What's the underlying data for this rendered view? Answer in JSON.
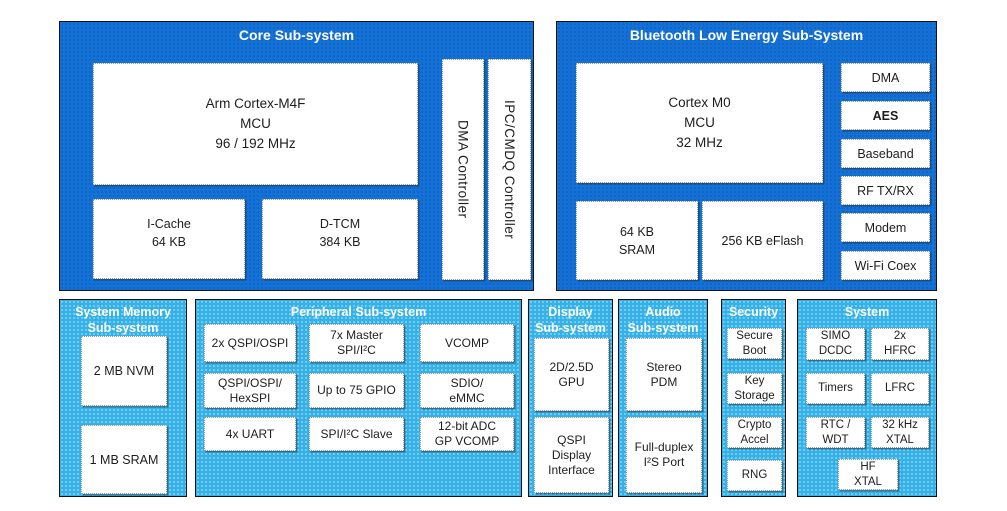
{
  "colors": {
    "subsystem_dark_blue": "#1371d8",
    "subsystem_light_blue": "#33b1e8",
    "box_white": "#ffffff",
    "border_black": "#121212",
    "title_text": "#ffffff",
    "box_text": "#1d1d1d"
  },
  "diagram": {
    "core": {
      "title": "Core Sub-system",
      "cpu": "Arm Cortex-M4F\nMCU\n96 / 192 MHz",
      "icache": "I-Cache\n64 KB",
      "dtcm": "D-TCM\n384 KB",
      "dma_ctrl": "DMA Controller",
      "ipc_ctrl": "IPC/CMDQ Controller"
    },
    "ble": {
      "title": "Bluetooth Low Energy Sub-System",
      "cpu": "Cortex M0\nMCU\n32 MHz",
      "sram": "64 KB\nSRAM",
      "eflash": "256 KB eFlash",
      "stack": [
        "DMA",
        "AES",
        "Baseband",
        "RF TX/RX",
        "Modem",
        "Wi-Fi Coex"
      ]
    },
    "sysmem": {
      "title": "System Memory\nSub-system",
      "nvm": "2 MB NVM",
      "sram": "1 MB SRAM"
    },
    "peripheral": {
      "title": "Peripheral Sub-system",
      "grid": [
        [
          "2x QSPI/OSPI",
          "7x Master\nSPI/I²C",
          "VCOMP"
        ],
        [
          "QSPI/OSPI/\nHexSPI",
          "Up to 75 GPIO",
          "SDIO/\neMMC"
        ],
        [
          "4x UART",
          "SPI/I²C Slave",
          "12-bit ADC\nGP VCOMP"
        ]
      ]
    },
    "display": {
      "title": "Display\nSub-system",
      "gpu": "2D/2.5D\nGPU",
      "qspi": "QSPI\nDisplay\nInterface"
    },
    "audio": {
      "title": "Audio\nSub-system",
      "pdm": "Stereo\nPDM",
      "i2s": "Full-duplex\nI²S Port"
    },
    "security": {
      "title": "Security",
      "items": [
        "Secure\nBoot",
        "Key\nStorage",
        "Crypto\nAccel",
        "RNG"
      ]
    },
    "system": {
      "title": "System",
      "grid": [
        [
          "SIMO\nDCDC",
          "2x\nHFRC"
        ],
        [
          "Timers",
          "LFRC"
        ],
        [
          "RTC /\nWDT",
          "32 kHz\nXTAL"
        ]
      ],
      "hf_xtal": "HF\nXTAL"
    }
  }
}
